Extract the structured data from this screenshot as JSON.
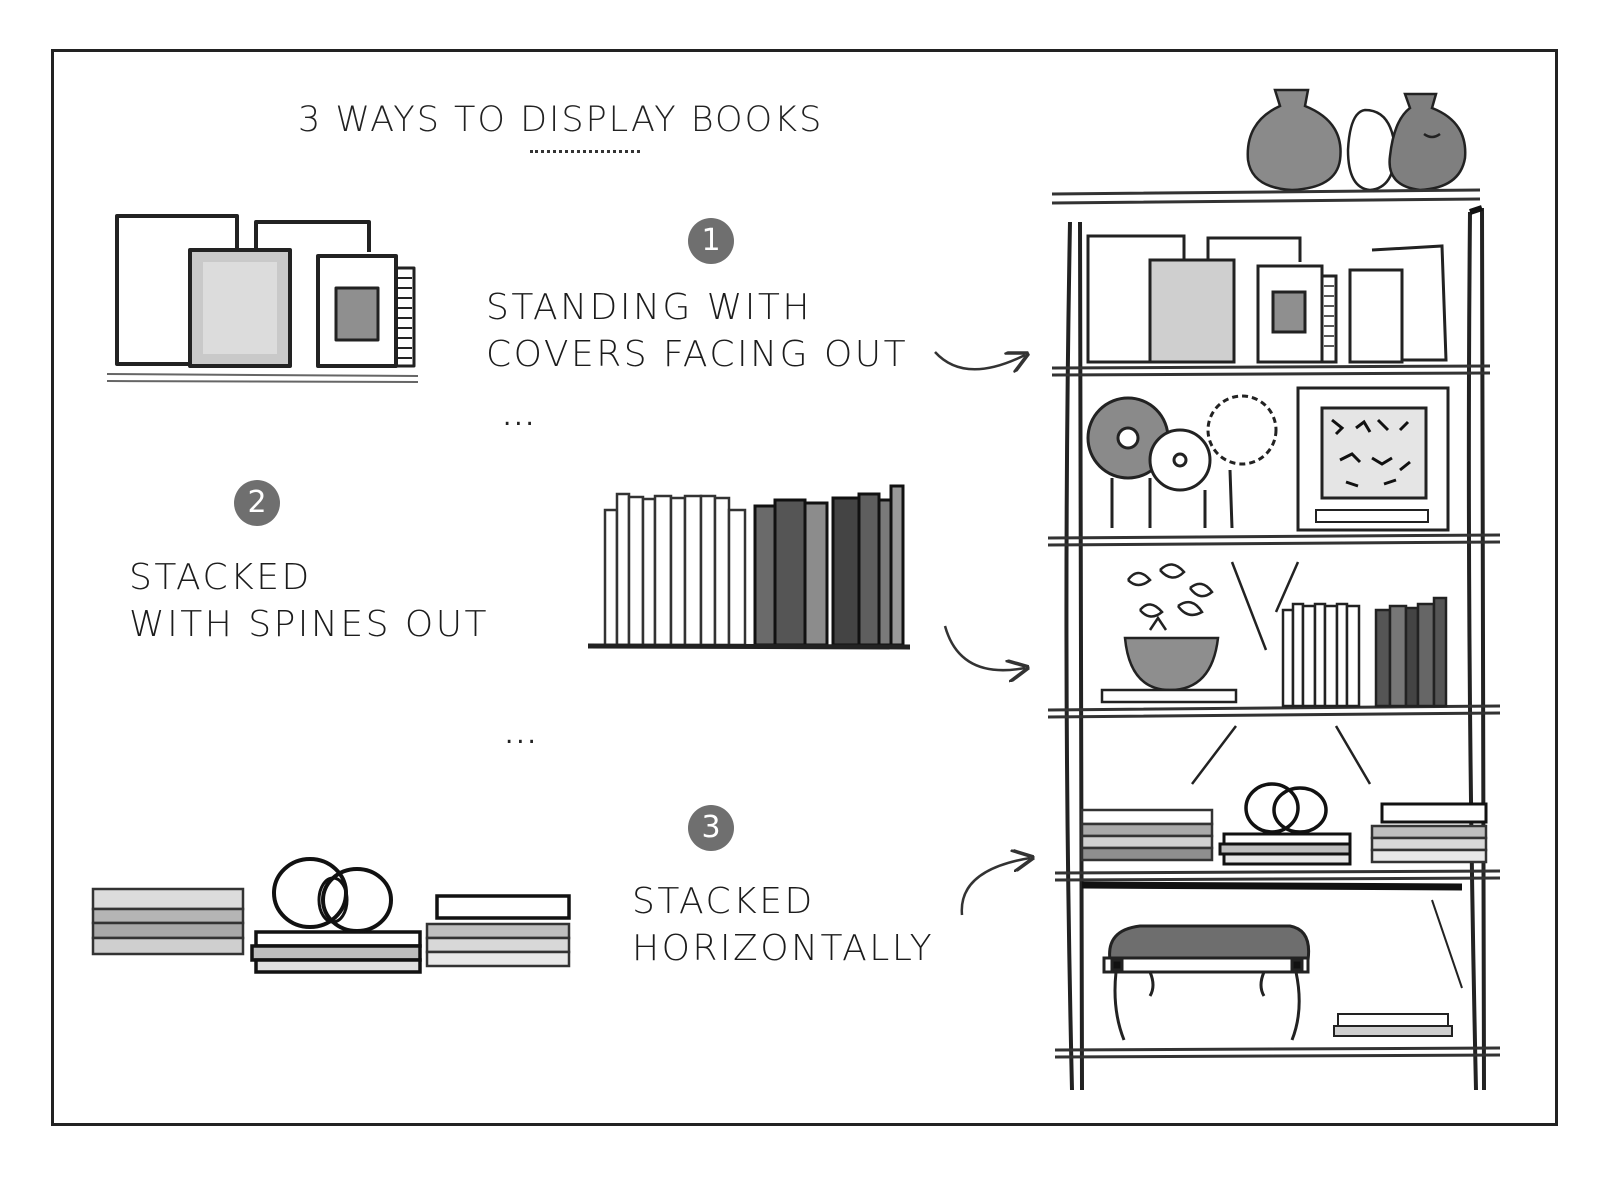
{
  "title": "3 WAYS TO DISPLAY BOOKS",
  "steps": [
    {
      "number": "1",
      "lines": [
        "STANDING WITH",
        "COVERS FACING OUT"
      ]
    },
    {
      "number": "2",
      "lines": [
        "STACKED",
        "WITH SPINES OUT"
      ]
    },
    {
      "number": "3",
      "lines": [
        "STACKED",
        "HORIZONTALLY"
      ]
    }
  ],
  "separators": [
    "...",
    "..."
  ],
  "colors": {
    "ink": "#1c1c1c",
    "badge": "#6f6f6f",
    "wash": "#9a9a9a"
  }
}
